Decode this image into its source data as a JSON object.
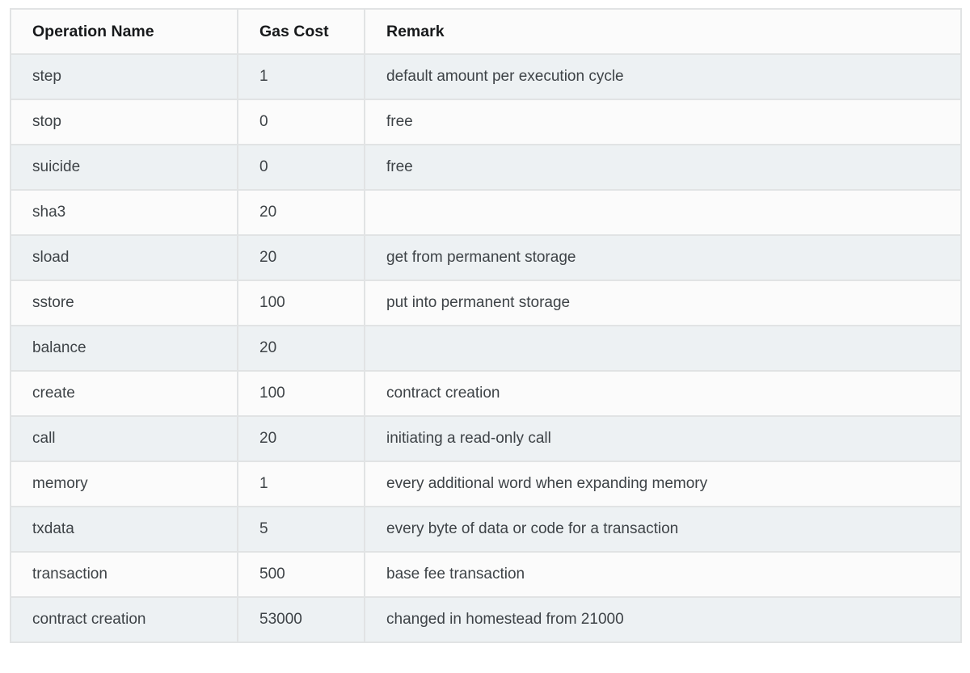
{
  "colors": {
    "page_bg": "#ffffff",
    "row_alt": "#edf1f3",
    "row_base": "#fbfbfb",
    "border": "#e1e3e4",
    "header_text": "#17191b",
    "body_text": "#3e4347"
  },
  "table": {
    "columns": [
      "Operation Name",
      "Gas Cost",
      "Remark"
    ],
    "rows": [
      {
        "operation": "step",
        "gas": "1",
        "remark": "default amount per execution cycle"
      },
      {
        "operation": "stop",
        "gas": "0",
        "remark": "free"
      },
      {
        "operation": "suicide",
        "gas": "0",
        "remark": "free"
      },
      {
        "operation": "sha3",
        "gas": "20",
        "remark": ""
      },
      {
        "operation": "sload",
        "gas": "20",
        "remark": "get from permanent storage"
      },
      {
        "operation": "sstore",
        "gas": "100",
        "remark": "put into permanent storage"
      },
      {
        "operation": "balance",
        "gas": "20",
        "remark": ""
      },
      {
        "operation": "create",
        "gas": "100",
        "remark": "contract creation"
      },
      {
        "operation": "call",
        "gas": "20",
        "remark": "initiating a read-only call"
      },
      {
        "operation": "memory",
        "gas": "1",
        "remark": "every additional word when expanding memory"
      },
      {
        "operation": "txdata",
        "gas": "5",
        "remark": "every byte of data or code for a transaction"
      },
      {
        "operation": "transaction",
        "gas": "500",
        "remark": "base fee transaction"
      },
      {
        "operation": "contract creation",
        "gas": "53000",
        "remark": "changed in homestead from 21000"
      }
    ]
  }
}
